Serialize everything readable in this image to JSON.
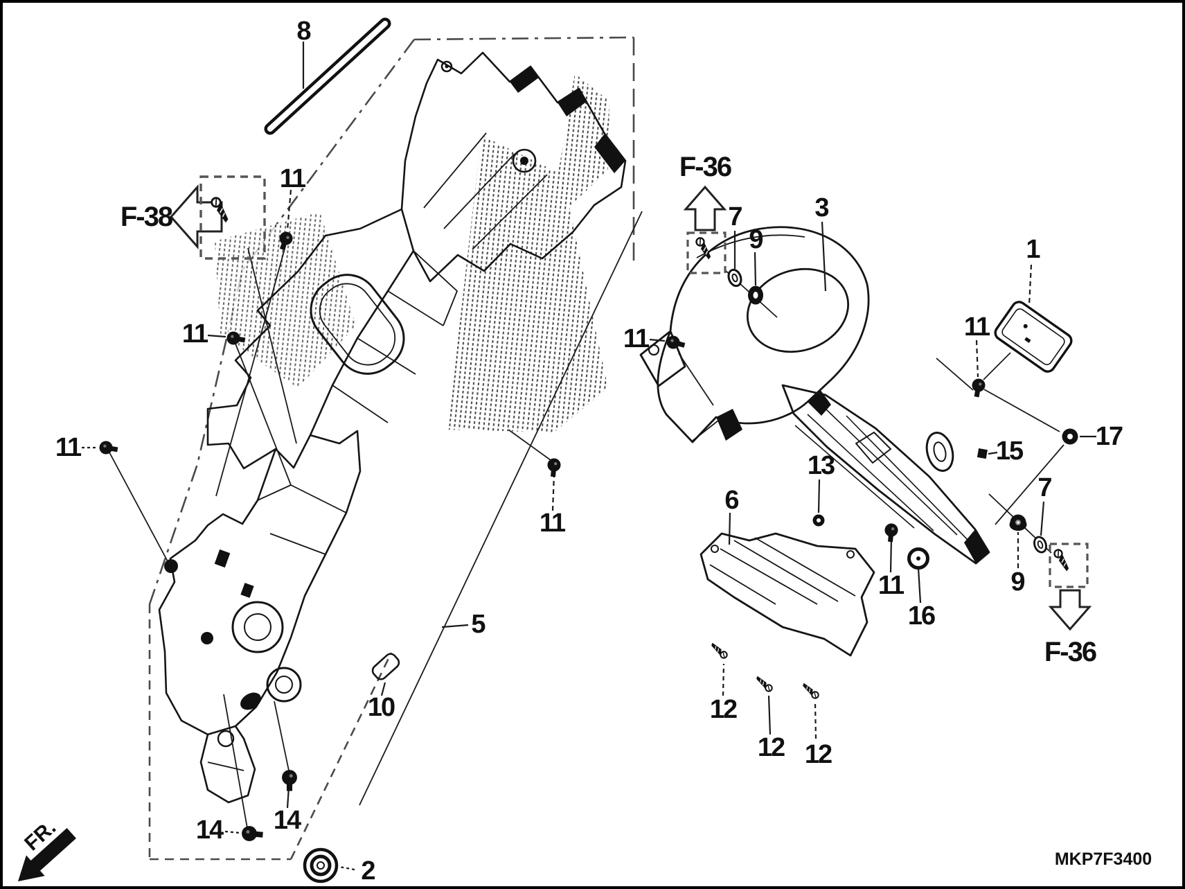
{
  "diagram": {
    "code": "MKP7F3400",
    "front_marker": "FR.",
    "colors": {
      "background": "#ffffff",
      "ink": "#111111",
      "phantom": "#4a4a4a"
    },
    "references": {
      "f38_left": "F-38",
      "f36_top": "F-36",
      "f36_bottom": "F-36"
    },
    "callouts": [
      {
        "part": "8"
      },
      {
        "part": "11"
      },
      {
        "part": "11"
      },
      {
        "part": "11"
      },
      {
        "part": "11"
      },
      {
        "part": "11"
      },
      {
        "part": "11"
      },
      {
        "part": "11"
      },
      {
        "part": "5"
      },
      {
        "part": "10"
      },
      {
        "part": "14"
      },
      {
        "part": "14"
      },
      {
        "part": "2"
      },
      {
        "part": "7"
      },
      {
        "part": "9"
      },
      {
        "part": "3"
      },
      {
        "part": "1"
      },
      {
        "part": "17"
      },
      {
        "part": "15"
      },
      {
        "part": "13"
      },
      {
        "part": "6"
      },
      {
        "part": "16"
      },
      {
        "part": "9"
      },
      {
        "part": "7"
      },
      {
        "part": "12"
      },
      {
        "part": "12"
      },
      {
        "part": "12"
      }
    ]
  }
}
